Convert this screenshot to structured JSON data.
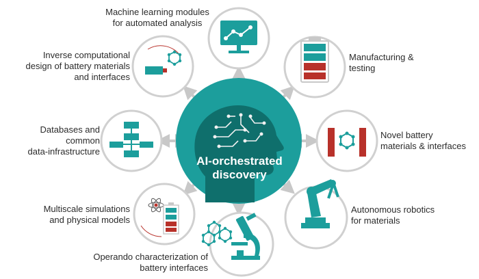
{
  "center": {
    "line1": "AI-orchestrated",
    "line2": "discovery"
  },
  "nodes": [
    {
      "id": "ml",
      "line1": "Machine learning modules",
      "line2": "for automated analysis",
      "icon": "monitor-chart-icon"
    },
    {
      "id": "mfg",
      "line1": "Manufacturing &",
      "line2": "testing",
      "icon": "battery-icon"
    },
    {
      "id": "novel",
      "line1": "Novel battery",
      "line2": "materials & interfaces",
      "icon": "molecule-bars-icon"
    },
    {
      "id": "robot",
      "line1": "Autonomous robotics",
      "line2": "for materials",
      "icon": "robot-arm-icon"
    },
    {
      "id": "operando",
      "line1": "Operando characterization of",
      "line2": "battery interfaces",
      "icon": "microscope-icon"
    },
    {
      "id": "multiscale",
      "line1": "Multiscale simulations",
      "line2": "and physical models",
      "icon": "atom-battery-icon"
    },
    {
      "id": "db",
      "line1": "Databases and",
      "line2": "common",
      "line3": "data-infrastructure",
      "icon": "flowchart-icon"
    },
    {
      "id": "inverse",
      "line1": "Inverse computational",
      "line2": "design of battery materials",
      "line3": "and interfaces",
      "icon": "design-molecule-icon"
    }
  ],
  "colors": {
    "teal": "#1c9e9c",
    "teal_dark": "#0f6f6c",
    "red": "#b8312a",
    "gray": "#c8c8c8",
    "text": "#2b2b2b"
  }
}
